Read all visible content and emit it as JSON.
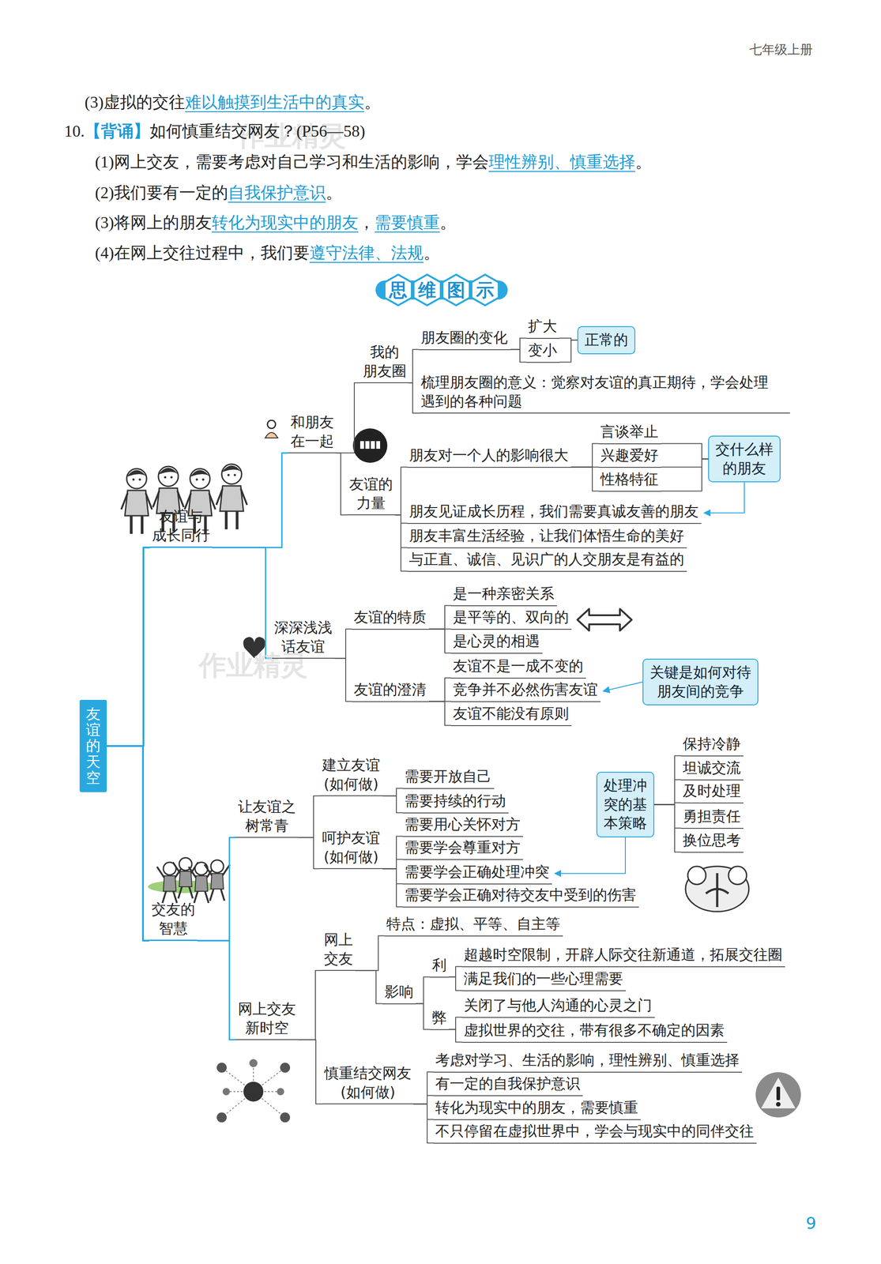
{
  "diagram": {
    "title": "思维图示",
    "nodes": [
      {
        "text": [
          "友谊的天空"
        ]
      },
      {
        "text": [
          "友谊与 成长同行"
        ]
      },
      {
        "text": [
          "和朋友 在一起"
        ]
      },
      {
        "text": [
          "我的 朋友圈"
        ]
      },
      {
        "text": [
          "朋友圈的变化"
        ]
      },
      {
        "text": [
          "扩大"
        ]
      },
      {
        "text": [
          "变小"
        ]
      },
      {
        "text": [
          "正常的"
        ]
      },
      {
        "text": [
          "梳理朋友圈的意义：觉察对友谊的真正期待，学会处理 遇到的各种问题"
        ]
      },
      {
        "text": [
          "友谊的 力量"
        ]
      },
      {
        "text": [
          "朋友对一个人的影响很大"
        ]
      },
      {
        "text": [
          "言谈举止"
        ]
      },
      {
        "text": [
          "兴趣爱好"
        ]
      },
      {
        "text": [
          "性格特征"
        ]
      },
      {
        "text": [
          "交什么样 的朋友"
        ]
      },
      {
        "text": [
          "朋友见证成长历程，我们需要真诚友善的朋友"
        ]
      },
      {
        "text": [
          "朋友丰富生活经验，让我们体悟生命的美好"
        ]
      },
      {
        "text": [
          "与正直、诚信、见识广的人交朋友是有益的"
        ]
      },
      {
        "text": [
          "深深浅浅 话友谊"
        ]
      },
      {
        "text": [
          "友谊的特质"
        ]
      },
      {
        "text": [
          "是一种亲密关系"
        ]
      },
      {
        "text": [
          "是平等的、双向的"
        ]
      },
      {
        "text": [
          "是心灵的相遇"
        ]
      },
      {
        "text": [
          "友谊的澄清"
        ]
      },
      {
        "text": [
          "友谊不是一成不变的"
        ]
      },
      {
        "text": [
          "竞争并不必然伤害友谊"
        ]
      },
      {
        "text": [
          "友谊不能没有原则"
        ]
      },
      {
        "text": [
          "关键是如何对待 朋友间的竞争"
        ]
      },
      {
        "text": [
          "交友的 智慧"
        ]
      },
      {
        "text": [
          "让友谊之 树常青"
        ]
      },
      {
        "text": [
          "建立友谊 (如何做)"
        ]
      },
      {
        "text": [
          "需要开放自己"
        ]
      },
      {
        "text": [
          "需要持续的行动"
        ]
      },
      {
        "text": [
          "呵护友谊 (如何做)"
        ]
      },
      {
        "text": [
          "需要用心关怀对方"
        ]
      },
      {
        "text": [
          "需要学会尊重对方"
        ]
      },
      {
        "text": [
          "需要学会正确处理冲突"
        ]
      },
      {
        "text": [
          "需要学会正确对待交友中受到的伤害"
        ]
      },
      {
        "text": [
          "处理冲 突的基 本策略"
        ]
      },
      {
        "text": [
          "保持冷静"
        ]
      },
      {
        "text": [
          "坦诚交流"
        ]
      },
      {
        "text": [
          "及时处理"
        ]
      },
      {
        "text": [
          "勇担责任"
        ]
      },
      {
        "text": [
          "换位思考"
        ]
      },
      {
        "text": [
          "网上交友 新时空"
        ]
      },
      {
        "text": [
          "网上 交友"
        ]
      },
      {
        "text": [
          "特点：虚拟、平等、自主等"
        ]
      },
      {
        "text": [
          "影响"
        ]
      },
      {
        "text": [
          "利"
        ]
      },
      {
        "text": [
          "超越时空限制，开辟人际交往新通道，拓展交往圈"
        ]
      },
      {
        "text": [
          "满足我们的一些心理需要"
        ]
      },
      {
        "text": [
          "弊"
        ]
      },
      {
        "text": [
          "关闭了与他人沟通的心灵之门"
        ]
      },
      {
        "text": [
          "虚拟世界的交往，带有很多不确定的因素"
        ]
      },
      {
        "text": [
          "慎重结交网友 (如何做)"
        ]
      },
      {
        "text": [
          "考虑对学习、生活的影响，理性辨别、慎重选择"
        ]
      },
      {
        "text": [
          "有一定的自我保护意识"
        ]
      },
      {
        "text": [
          "转化为现实中的朋友，需要慎重"
        ]
      },
      {
        "text": [
          "不只停留在虚拟世界中，学会与现实中的同伴交往"
        ]
      }
    ],
    "edges": [
      {
        "from": 0,
        "to": 1,
        "arrow": "none"
      },
      {
        "from": 1,
        "to": 2,
        "arrow": "none"
      },
      {
        "from": 2,
        "to": 3,
        "arrow": "none"
      },
      {
        "from": 3,
        "to": 4,
        "arrow": "none"
      },
      {
        "from": 4,
        "to": 5,
        "arrow": "none"
      },
      {
        "from": 4,
        "to": 6,
        "arrow": "none"
      },
      {
        "from": 5,
        "to": 7,
        "arrow": "none"
      },
      {
        "from": 6,
        "to": 7,
        "arrow": "none"
      },
      {
        "from": 3,
        "to": 8,
        "arrow": "none"
      },
      {
        "from": 2,
        "to": 9,
        "arrow": "none"
      },
      {
        "from": 9,
        "to": 10,
        "arrow": "none"
      },
      {
        "from": 10,
        "to": 11,
        "arrow": "none"
      },
      {
        "from": 10,
        "to": 12,
        "arrow": "none"
      },
      {
        "from": 10,
        "to": 13,
        "arrow": "none"
      },
      {
        "from": 11,
        "to": 14,
        "arrow": "none"
      },
      {
        "from": 12,
        "to": 14,
        "arrow": "none"
      },
      {
        "from": 13,
        "to": 14,
        "arrow": "none"
      },
      {
        "from": 14,
        "to": 15,
        "arrow": "to"
      },
      {
        "from": 9,
        "to": 15,
        "arrow": "none"
      },
      {
        "from": 9,
        "to": 16,
        "arrow": "none"
      },
      {
        "from": 9,
        "to": 17,
        "arrow": "none"
      },
      {
        "from": 1,
        "to": 18,
        "arrow": "none"
      },
      {
        "from": 18,
        "to": 19,
        "arrow": "none"
      },
      {
        "from": 19,
        "to": 20,
        "arrow": "none"
      },
      {
        "from": 19,
        "to": 21,
        "arrow": "none"
      },
      {
        "from": 19,
        "to": 22,
        "arrow": "none"
      },
      {
        "from": 18,
        "to": 23,
        "arrow": "none"
      },
      {
        "from": 23,
        "to": 24,
        "arrow": "none"
      },
      {
        "from": 23,
        "to": 25,
        "arrow": "none"
      },
      {
        "from": 23,
        "to": 26,
        "arrow": "none"
      },
      {
        "from": 27,
        "to": 25,
        "arrow": "to"
      },
      {
        "from": 0,
        "to": 28,
        "arrow": "none"
      },
      {
        "from": 28,
        "to": 29,
        "arrow": "none"
      },
      {
        "from": 29,
        "to": 30,
        "arrow": "none"
      },
      {
        "from": 30,
        "to": 31,
        "arrow": "none"
      },
      {
        "from": 30,
        "to": 32,
        "arrow": "none"
      },
      {
        "from": 29,
        "to": 33,
        "arrow": "none"
      },
      {
        "from": 33,
        "to": 34,
        "arrow": "none"
      },
      {
        "from": 33,
        "to": 35,
        "arrow": "none"
      },
      {
        "from": 33,
        "to": 36,
        "arrow": "none"
      },
      {
        "from": 33,
        "to": 37,
        "arrow": "none"
      },
      {
        "from": 38,
        "to": 36,
        "arrow": "to"
      },
      {
        "from": 38,
        "to": 39,
        "arrow": "none"
      },
      {
        "from": 38,
        "to": 40,
        "arrow": "none"
      },
      {
        "from": 38,
        "to": 41,
        "arrow": "none"
      },
      {
        "from": 38,
        "to": 42,
        "arrow": "none"
      },
      {
        "from": 38,
        "to": 43,
        "arrow": "none"
      },
      {
        "from": 28,
        "to": 44,
        "arrow": "none"
      },
      {
        "from": 44,
        "to": 45,
        "arrow": "none"
      },
      {
        "from": 45,
        "to": 46,
        "arrow": "none"
      },
      {
        "from": 45,
        "to": 47,
        "arrow": "none"
      },
      {
        "from": 47,
        "to": 48,
        "arrow": "none"
      },
      {
        "from": 48,
        "to": 49,
        "arrow": "none"
      },
      {
        "from": 48,
        "to": 50,
        "arrow": "none"
      },
      {
        "from": 47,
        "to": 51,
        "arrow": "none"
      },
      {
        "from": 51,
        "to": 52,
        "arrow": "none"
      },
      {
        "from": 51,
        "to": 53,
        "arrow": "none"
      },
      {
        "from": 44,
        "to": 54,
        "arrow": "none"
      },
      {
        "from": 54,
        "to": 55,
        "arrow": "none"
      },
      {
        "from": 54,
        "to": 56,
        "arrow": "none"
      },
      {
        "from": 54,
        "to": 57,
        "arrow": "none"
      },
      {
        "from": 54,
        "to": 58,
        "arrow": "none"
      }
    ],
    "labels": [
      "七年级上册",
      "(3)虚拟的交往",
      "难以触摸到生活中的真实",
      "。",
      "10.",
      "【背诵】",
      "如何慎重结交网友？(P56—58)",
      "(1)网上交友，需要考虑对自己学习和生活的影响，学会",
      "理性辨别、慎重选择",
      "。",
      "(2)我们要有一定的",
      "自我保护意识",
      "。",
      "(3)将网上的朋友",
      "转化为现实中的朋友",
      "，",
      "需要慎重",
      "。",
      "(4)在网上交往过程中，我们要",
      "遵守法律、法规",
      "。",
      "作业精灵",
      "作业精灵",
      "9"
    ]
  }
}
